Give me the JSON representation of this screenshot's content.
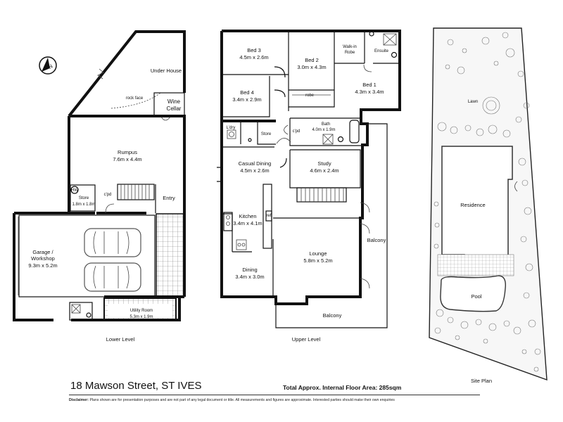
{
  "title": "18 Mawson Street, ST IVES",
  "total_area": "Total Approx. Internal Floor Area: 285sqm",
  "disclaimer": {
    "label": "Disclaimer:",
    "text": "Plans shown are for presentation purposes and are not part of any legal document or title. All measurements and figures are approximate. Interested parties should make their own enquiries"
  },
  "compass": "N",
  "levels": {
    "lower": "Lower Level",
    "upper": "Upper Level",
    "site": "Site Plan"
  },
  "lower": {
    "under_house": "Under House",
    "rock_face": "rock face",
    "wine_1": "Wine",
    "wine_2": "Cellar",
    "rumpus": "Rumpus",
    "rumpus_dim": "7.6m x 4.4m",
    "store": "Store",
    "store_dim": "1.8m x 1.8m",
    "hw": "HW",
    "cpd": "c'pd",
    "entry": "Entry",
    "garage_1": "Garage /",
    "garage_2": "Workshop",
    "garage_dim": "9.3m x 5.2m",
    "utility": "Utility Room",
    "utility_dim": "5.3m x 1.9m"
  },
  "upper": {
    "bed3": "Bed 3",
    "bed3_dim": "4.5m x 2.6m",
    "bed2": "Bed 2",
    "bed2_dim": "3.0m x 4.3m",
    "walkin_1": "Walk-in",
    "walkin_2": "Robe",
    "ensuite": "Ensuite",
    "bed1": "Bed 1",
    "bed1_dim": "4.3m x 3.4m",
    "bed4": "Bed 4",
    "bed4_dim": "3.4m x 2.9m",
    "robe": "robe",
    "ldry": "L'dry",
    "store": "Store",
    "cpd": "c'pd",
    "bath": "Bath",
    "bath_dim": "4.0m x 1.9m",
    "casual": "Casual Dining",
    "casual_dim": "4.5m x 2.6m",
    "study": "Study",
    "study_dim": "4.6m x 2.4m",
    "kitchen": "Kitchen",
    "kitchen_dim": "3.4m x 4.1m",
    "ref": "ref",
    "lounge": "Lounge",
    "lounge_dim": "5.8m x 5.2m",
    "dining": "Dining",
    "dining_dim": "3.4m x 3.0m",
    "balcony_side": "Balcony",
    "balcony_bottom": "Balcony"
  },
  "site": {
    "lawn": "Lawn",
    "residence": "Residence",
    "pool": "Pool"
  }
}
